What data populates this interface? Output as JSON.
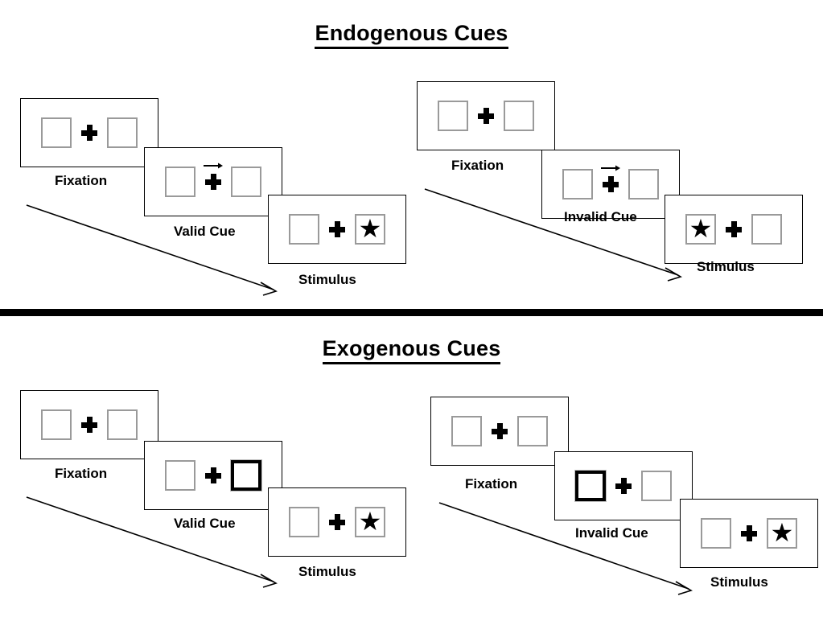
{
  "sections": [
    {
      "title": "Endogenous Cues",
      "groups": [
        {
          "name": "valid",
          "stages": [
            {
              "caption": "Fixation",
              "cue": "none",
              "left_content": "empty",
              "right_content": "empty"
            },
            {
              "caption": "Valid Cue",
              "cue": "arrow-right",
              "left_content": "empty",
              "right_content": "empty"
            },
            {
              "caption": "Stimulus",
              "cue": "none",
              "left_content": "empty",
              "right_content": "star"
            }
          ]
        },
        {
          "name": "invalid",
          "stages": [
            {
              "caption": "Fixation",
              "cue": "none",
              "left_content": "empty",
              "right_content": "empty"
            },
            {
              "caption": "Invalid Cue",
              "cue": "arrow-right",
              "left_content": "empty",
              "right_content": "empty"
            },
            {
              "caption": "Stimulus",
              "cue": "none",
              "left_content": "star",
              "right_content": "empty"
            }
          ]
        }
      ]
    },
    {
      "title": "Exogenous Cues",
      "groups": [
        {
          "name": "valid",
          "stages": [
            {
              "caption": "Fixation",
              "cue": "none",
              "left_content": "empty",
              "right_content": "empty"
            },
            {
              "caption": "Valid Cue",
              "cue": "highlight-right",
              "left_content": "empty",
              "right_content": "empty"
            },
            {
              "caption": "Stimulus",
              "cue": "none",
              "left_content": "empty",
              "right_content": "star"
            }
          ]
        },
        {
          "name": "invalid",
          "stages": [
            {
              "caption": "Fixation",
              "cue": "none",
              "left_content": "empty",
              "right_content": "empty"
            },
            {
              "caption": "Invalid Cue",
              "cue": "highlight-left",
              "left_content": "empty",
              "right_content": "empty"
            },
            {
              "caption": "Stimulus",
              "cue": "none",
              "left_content": "empty",
              "right_content": "star"
            }
          ]
        }
      ]
    }
  ],
  "glyphs": {
    "star": "★"
  },
  "colors": {
    "ink": "#000000",
    "box_border": "#9a9a9a",
    "cued_box_border": "#000000",
    "background": "#ffffff"
  },
  "captions": {
    "fixation": "Fixation",
    "valid_cue": "Valid Cue",
    "invalid_cue": "Invalid Cue",
    "stimulus": "Stimulus"
  },
  "titles": {
    "endogenous": "Endogenous Cues",
    "exogenous": "Exogenous Cues"
  }
}
